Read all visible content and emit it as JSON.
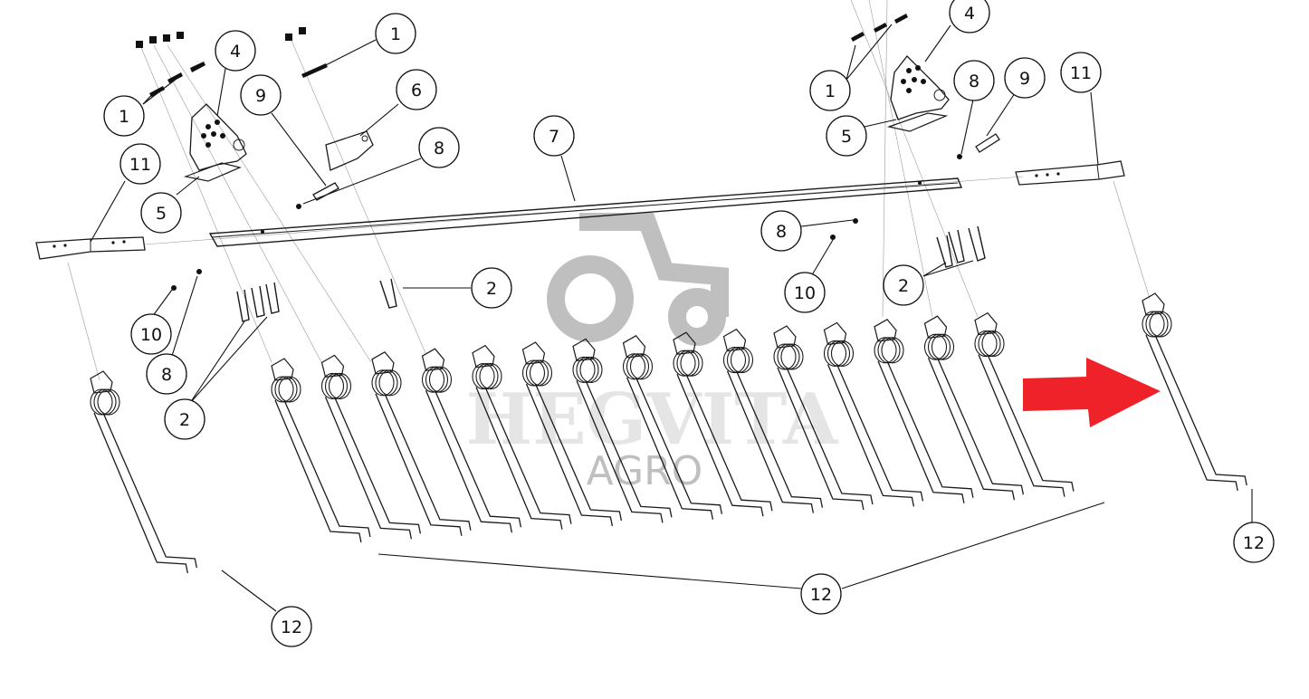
{
  "watermark": {
    "brand": "HEGVITA",
    "sub": "AGRO",
    "icon": "tractor-icon"
  },
  "arrow": {
    "color": "#ee2228",
    "icon": "right-arrow-icon"
  },
  "colors": {
    "line": "#1a1a1a",
    "watermark": "#8c8c8c"
  },
  "callouts": [
    {
      "label": "1"
    },
    {
      "label": "1"
    },
    {
      "label": "1"
    },
    {
      "label": "4"
    },
    {
      "label": "4"
    },
    {
      "label": "9"
    },
    {
      "label": "9"
    },
    {
      "label": "6"
    },
    {
      "label": "8"
    },
    {
      "label": "8"
    },
    {
      "label": "8"
    },
    {
      "label": "8"
    },
    {
      "label": "7"
    },
    {
      "label": "11"
    },
    {
      "label": "11"
    },
    {
      "label": "5"
    },
    {
      "label": "5"
    },
    {
      "label": "2"
    },
    {
      "label": "2"
    },
    {
      "label": "2"
    },
    {
      "label": "10"
    },
    {
      "label": "10"
    },
    {
      "label": "12"
    },
    {
      "label": "12"
    },
    {
      "label": "12"
    }
  ]
}
